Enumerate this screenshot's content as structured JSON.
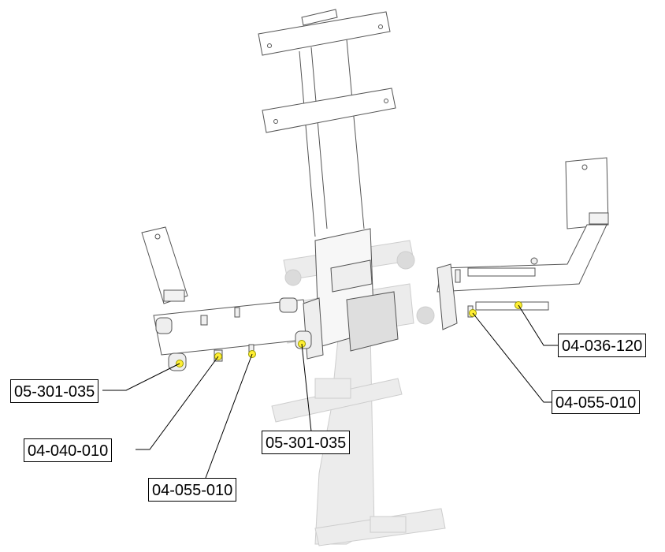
{
  "colors": {
    "line": "#555555",
    "leader": "#000000",
    "highlight": "#ffee33",
    "ghost": "#b0b0b0"
  },
  "labels": {
    "bushing_left": "05-301-035",
    "bolt_left": "04-040-010",
    "washer_left": "04-055-010",
    "bushing_center": "05-301-035",
    "bolt_right": "04-036-120",
    "washer_right": "04-055-010"
  }
}
